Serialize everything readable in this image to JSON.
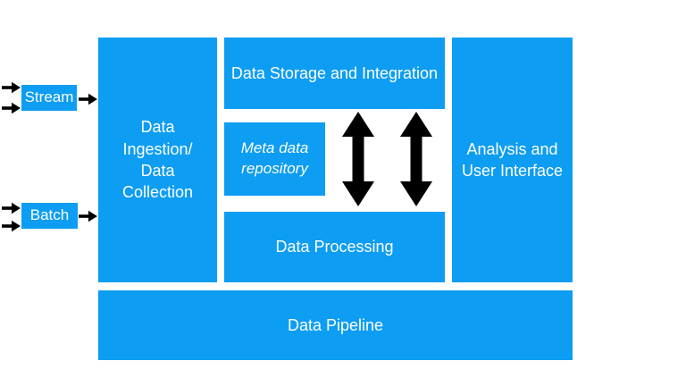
{
  "colors": {
    "node_fill": "#0d9df2",
    "node_text": "#ffffff",
    "arrow": "#000000",
    "background": "#ffffff"
  },
  "nodes": {
    "stream": {
      "label": "Stream"
    },
    "batch": {
      "label": "Batch"
    },
    "ingestion": {
      "label": "Data Ingestion/\nData Collection"
    },
    "storage": {
      "label": "Data Storage and Integration"
    },
    "meta_repository": {
      "label": "Meta data repository"
    },
    "processing": {
      "label": "Data Processing"
    },
    "analysis": {
      "label": "Analysis and User Interface"
    },
    "pipeline": {
      "label": "Data Pipeline"
    }
  },
  "icons": {
    "right_arrow": "➔",
    "double_vertical_arrow": "↕"
  },
  "edges": [
    {
      "from": "external-sources",
      "to": "stream",
      "icon": "right_arrow",
      "count": 2
    },
    {
      "from": "external-sources",
      "to": "batch",
      "icon": "right_arrow",
      "count": 2
    },
    {
      "from": "stream",
      "to": "ingestion",
      "icon": "right_arrow",
      "count": 1
    },
    {
      "from": "batch",
      "to": "ingestion",
      "icon": "right_arrow",
      "count": 1
    },
    {
      "from": "storage",
      "to": "processing",
      "icon": "double_vertical_arrow",
      "count": 2
    }
  ]
}
